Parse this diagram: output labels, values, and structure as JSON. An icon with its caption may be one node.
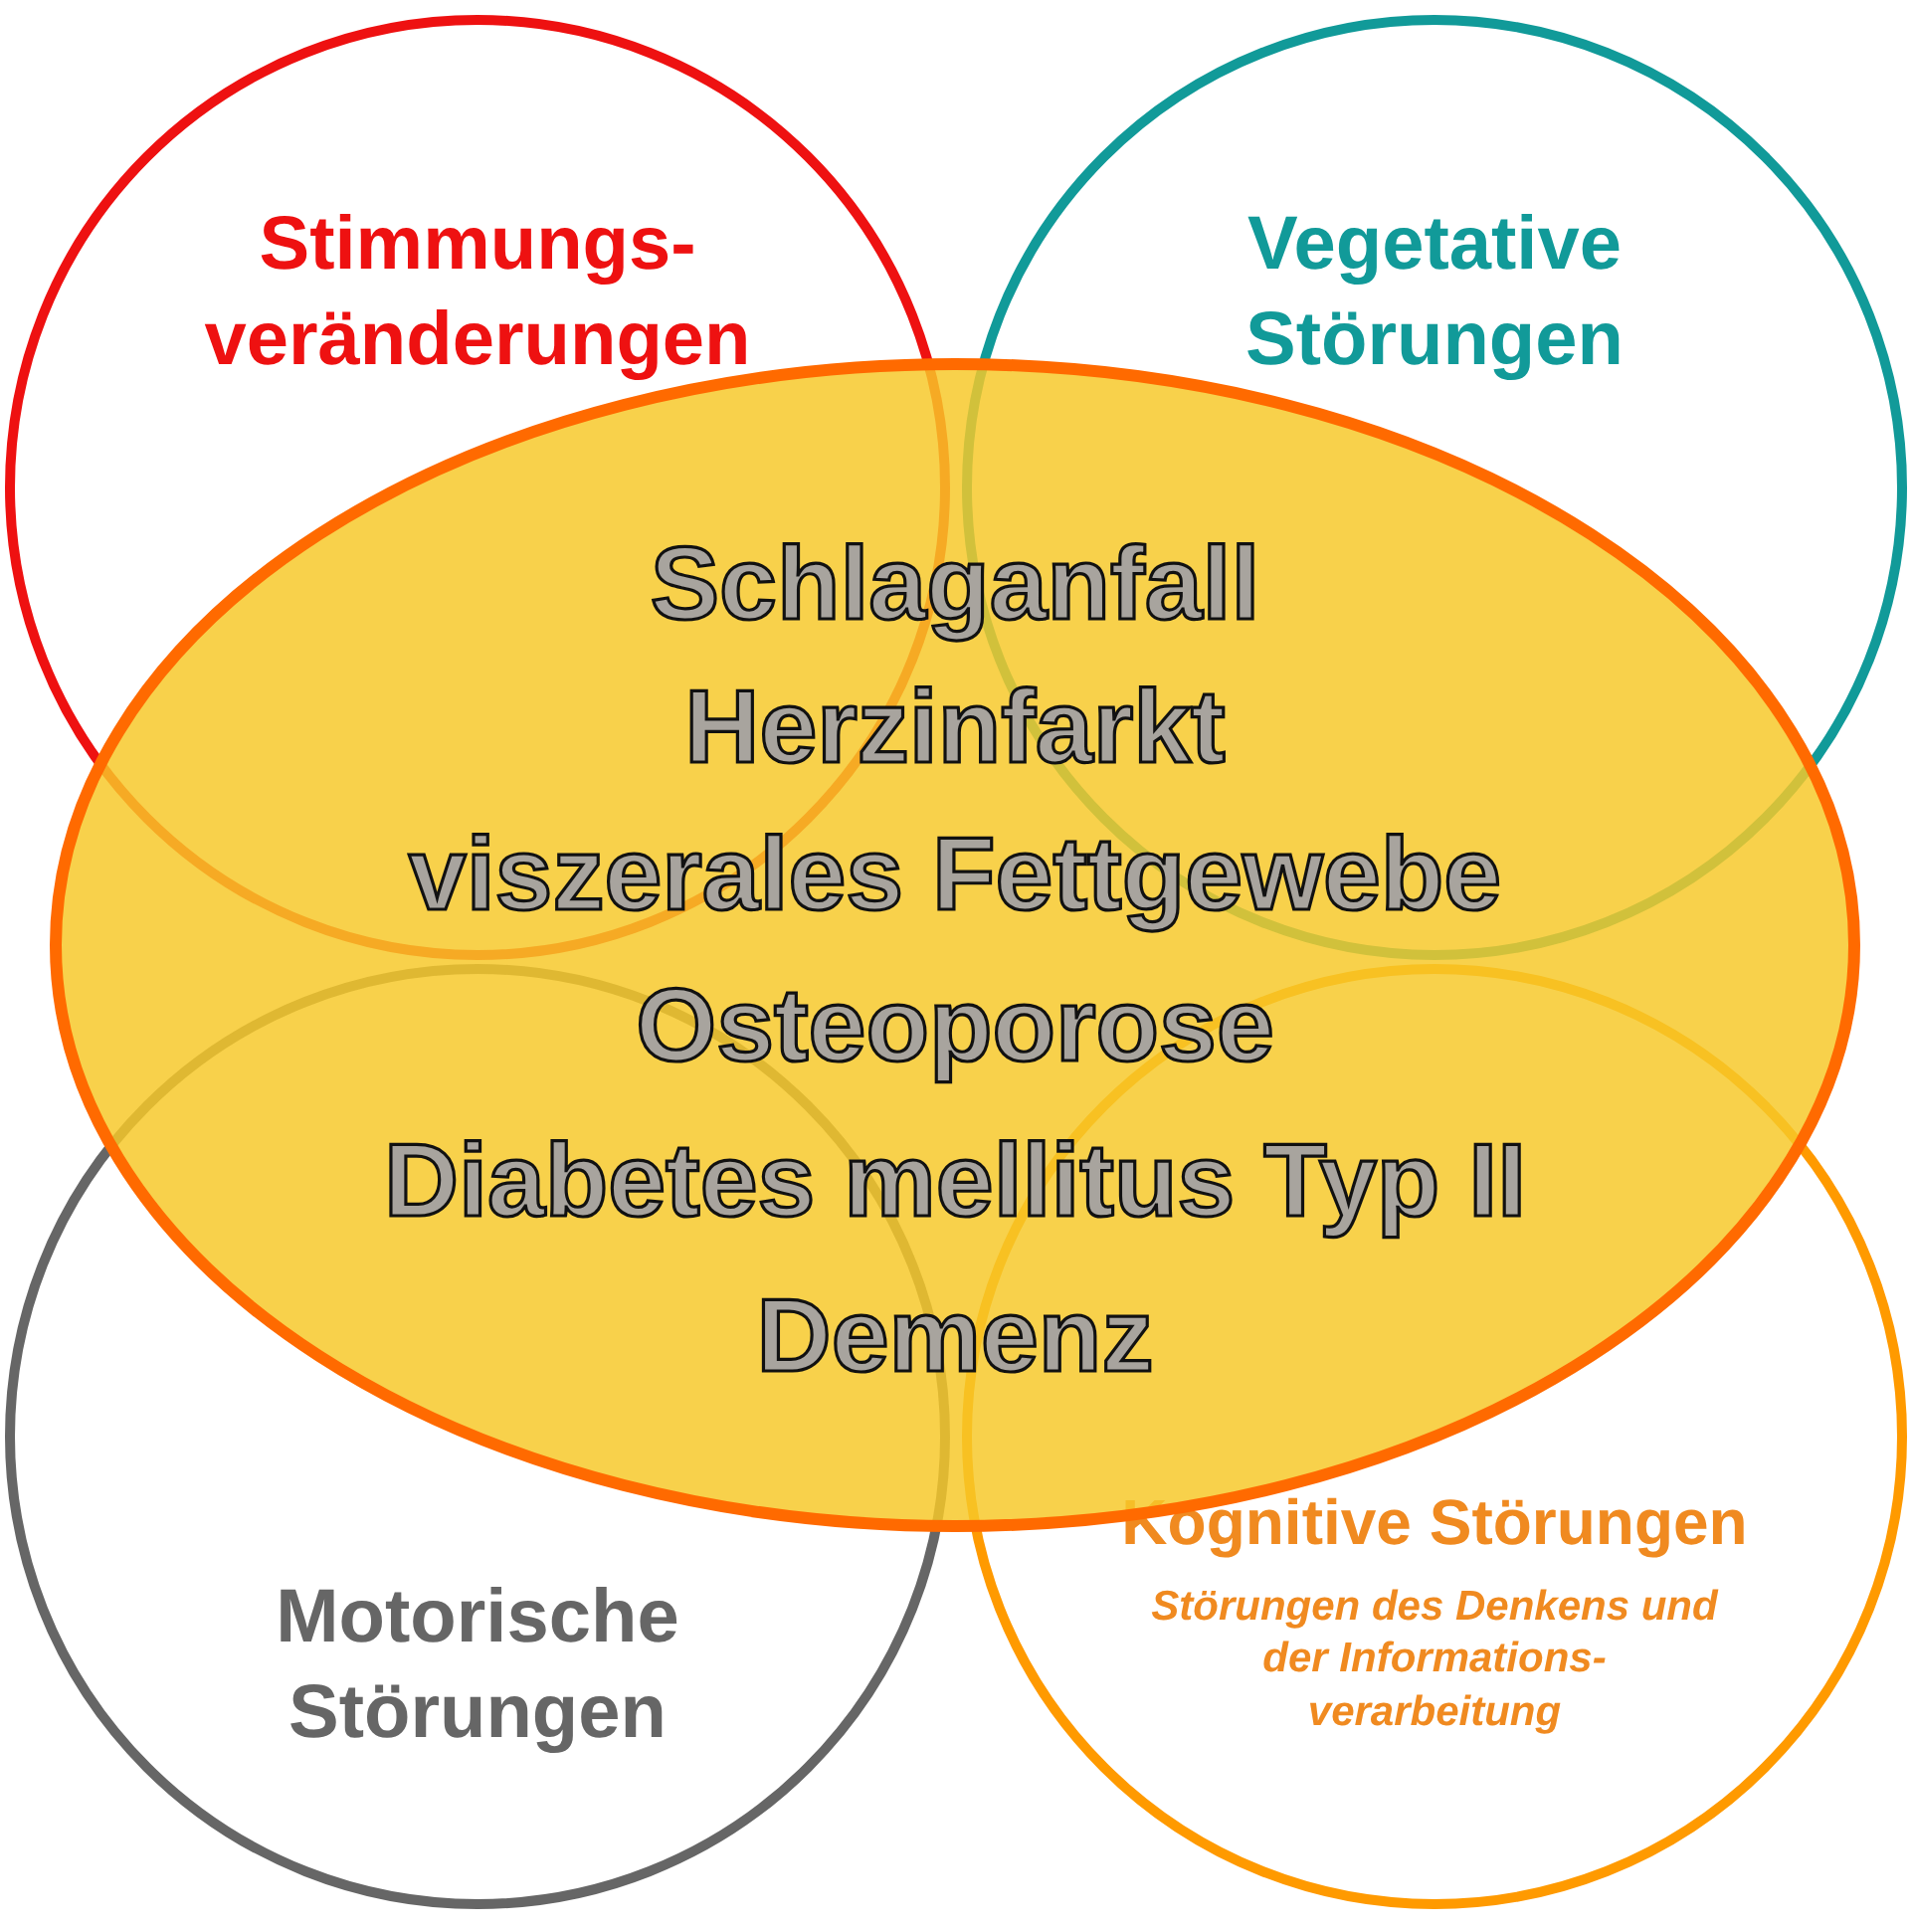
{
  "diagram": {
    "nodes": [
      {
        "text": [
          "Stimmungs- veränderungen"
        ]
      },
      {
        "text": [
          "Vegetative Störungen"
        ]
      },
      {
        "text": [
          "Schlaganfall",
          "Herzinfarkt",
          "viszerales Fettgewebe",
          "Osteoporose",
          "Diabetes mellitus Typ II",
          "Demenz"
        ]
      },
      {
        "text": [
          "Motorische Störungen"
        ]
      },
      {
        "text": [
          "Kognitive Störungen",
          "Störungen des Denkens und der Informations- verarbeitung"
        ]
      }
    ],
    "edges": []
  }
}
